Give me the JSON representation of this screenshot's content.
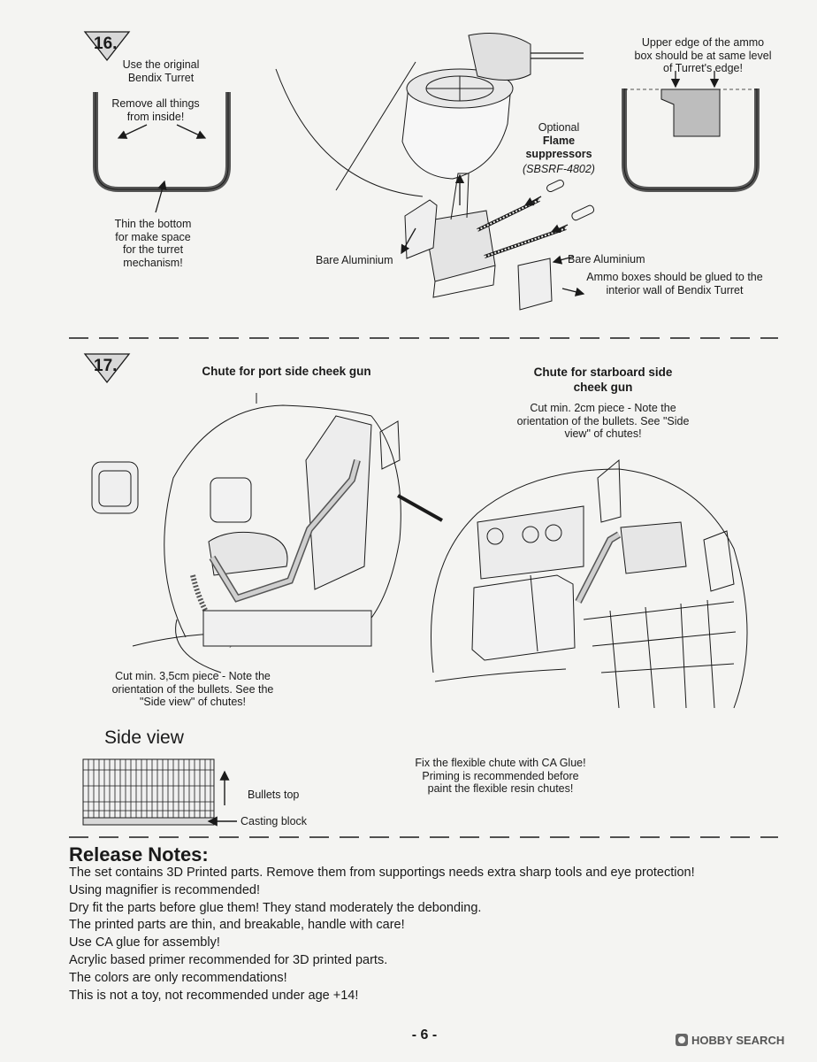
{
  "step16": {
    "number": "16.",
    "use_original": "Use the original\nBendix Turret",
    "remove_all": "Remove all things\nfrom inside!",
    "thin_bottom": "Thin the bottom\nfor make space\nfor the turret\nmechanism!",
    "optional_label": "Optional",
    "flame_suppressors": "Flame\nsuppressors",
    "part_code": "(SBSRF-4802)",
    "bare_aluminium_left": "Bare Aluminium",
    "bare_aluminium_right": "Bare Aluminium",
    "upper_edge": "Upper edge of the ammo\nbox should be at same level\nof Turret's edge!",
    "ammo_boxes_glued": "Ammo boxes should be glued to the\ninterior wall of Bendix Turret"
  },
  "step17": {
    "number": "17.",
    "port_title": "Chute for port side cheek gun",
    "starboard_title": "Chute for starboard side\ncheek gun",
    "starboard_note": "Cut min. 2cm piece - Note the\norientation of the bullets. See \"Side\nview\" of chutes!",
    "port_note": "Cut min. 3,5cm piece - Note the\norientation of the bullets. See the\n\"Side view\" of chutes!",
    "side_view_title": "Side view",
    "bullets_top": "Bullets top",
    "casting_block": "Casting block",
    "fix_chute": "Fix the flexible chute with CA Glue!\nPriming is recommended before\npaint the flexible resin chutes!"
  },
  "release_notes": {
    "title": "Release Notes:",
    "lines": [
      "The set contains 3D Printed parts. Remove them from supportings needs extra sharp tools and eye protection!",
      "Using magnifier is recommended!",
      "Dry fit the parts before glue them! They stand moderately the debonding.",
      "The printed parts are thin, and breakable, handle with care!",
      "Use CA glue for assembly!",
      "Acrylic based primer recommended for 3D printed parts.",
      "The colors are only recommendations!",
      "This is not a toy, not recommended under age +14!"
    ]
  },
  "footer": {
    "page_number": "- 6 -",
    "watermark": "HOBBY SEARCH"
  },
  "colors": {
    "ink": "#1a1a1a",
    "paper": "#f4f4f2",
    "gray_fill": "#bdbdbd",
    "bucket_fill": "#7a7a7a"
  }
}
